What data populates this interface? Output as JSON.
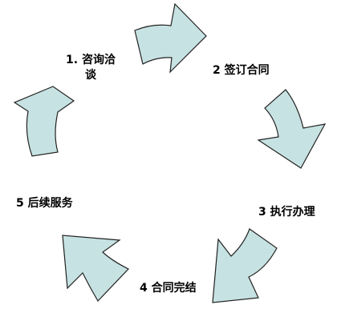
{
  "diagram": {
    "steps": [
      {
        "label_line1": "1. 咨询洽",
        "label_line2": "谈"
      },
      {
        "label": "2 签订合同"
      },
      {
        "label": "3 执行办理"
      },
      {
        "label": "4 合同完结"
      },
      {
        "label": "5 后续服务"
      }
    ],
    "colors": {
      "arrow_fill": "#c7e2e2",
      "arrow_stroke": "#222222",
      "text": "#000000"
    }
  }
}
